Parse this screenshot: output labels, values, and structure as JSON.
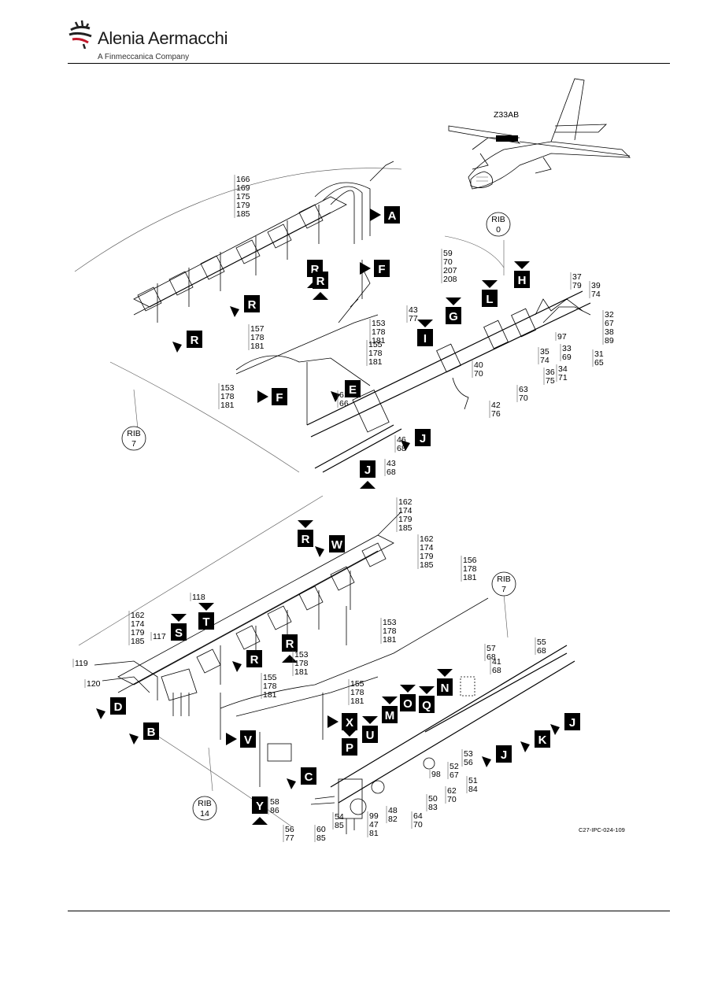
{
  "header": {
    "brand_name": "Alenia Aermacchi",
    "brand_sub": "A Finmeccanica Company"
  },
  "drawing_id": "C27-IPC-024-109",
  "zone_label": "Z33AB",
  "rib_labels": [
    {
      "title": "RIB",
      "num": "0"
    },
    {
      "title": "RIB",
      "num": "7"
    },
    {
      "title": "RIB",
      "num": "7"
    },
    {
      "title": "RIB",
      "num": "14"
    }
  ],
  "view_letters": [
    "A",
    "R",
    "F",
    "R",
    "R",
    "R",
    "F",
    "H",
    "L",
    "G",
    "I",
    "E",
    "J",
    "J",
    "R",
    "W",
    "T",
    "S",
    "R",
    "R",
    "D",
    "B",
    "X",
    "V",
    "Y",
    "C",
    "P",
    "U",
    "M",
    "O",
    "Q",
    "N",
    "J",
    "K",
    "J"
  ],
  "callouts": [
    [
      "166",
      "169",
      "175",
      "179",
      "185"
    ],
    [
      "59",
      "70",
      "207",
      "208"
    ],
    [
      "37",
      "79"
    ],
    [
      "39",
      "74"
    ],
    [
      "32",
      "67"
    ],
    [
      "38",
      "89"
    ],
    [
      "31",
      "65"
    ],
    [
      "97"
    ],
    [
      "33",
      "69"
    ],
    [
      "35",
      "74"
    ],
    [
      "36",
      "75"
    ],
    [
      "34",
      "71"
    ],
    [
      "43",
      "77"
    ],
    [
      "153",
      "178",
      "181"
    ],
    [
      "157",
      "178",
      "181"
    ],
    [
      "155",
      "178",
      "181"
    ],
    [
      "40",
      "70"
    ],
    [
      "63",
      "70"
    ],
    [
      "42",
      "76"
    ],
    [
      "153",
      "178",
      "181"
    ],
    [
      "61",
      "66"
    ],
    [
      "46",
      "68"
    ],
    [
      "43",
      "68"
    ],
    [
      "162",
      "174",
      "179",
      "185"
    ],
    [
      "162",
      "174",
      "179",
      "185"
    ],
    [
      "156",
      "178",
      "181"
    ],
    [
      "118"
    ],
    [
      "162",
      "174",
      "179",
      "185"
    ],
    [
      "117"
    ],
    [
      "153",
      "178",
      "181"
    ],
    [
      "57",
      "68"
    ],
    [
      "41",
      "68"
    ],
    [
      "55",
      "68"
    ],
    [
      "119"
    ],
    [
      "120"
    ],
    [
      "155",
      "178",
      "181"
    ],
    [
      "153",
      "178",
      "181"
    ],
    [
      "155",
      "178",
      "181"
    ],
    [
      "53",
      "56"
    ],
    [
      "52",
      "67"
    ],
    [
      "98"
    ],
    [
      "51",
      "84"
    ],
    [
      "62",
      "70"
    ],
    [
      "50",
      "83"
    ],
    [
      "58",
      "86"
    ],
    [
      "54",
      "85"
    ],
    [
      "99",
      "47",
      "81"
    ],
    [
      "48",
      "82"
    ],
    [
      "64",
      "70"
    ],
    [
      "56",
      "77"
    ],
    [
      "60",
      "85"
    ]
  ]
}
